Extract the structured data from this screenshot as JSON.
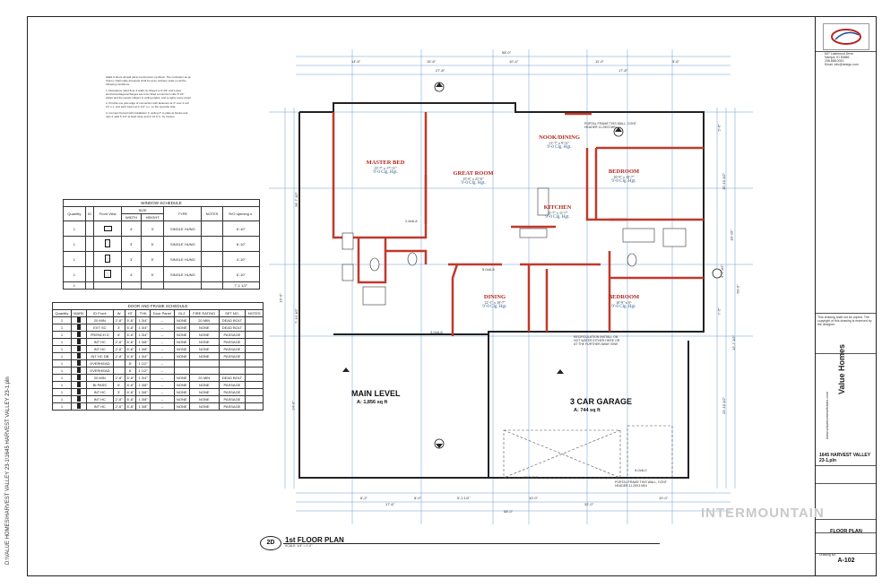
{
  "sheet": {
    "side_caption": "D:\\VALUE HOMES\\HARVEST VALLEY 23-1\\1645 HARVEST VALLEY 23-1.pln",
    "plan_title": "1st FLOOR PLAN",
    "plan_scale": "SCALE: 1/4\" = 1'-0\"",
    "plan_tag": "2D",
    "watermark": "INTERMOUNTAIN"
  },
  "notes": [
    "Walls & floors all wall panel construction synthetic. The contractor as an Owner, shall make all panels shall be at an ordinary scale on all the following conditions.",
    "1. Resistance rated floor & walls (1) Sleeps to 6-3/4\" and Lower. Horizontal diagonal flanges are to be fitted at minimum side 5 1/2\" plates and the panels subject to ceiling plates, and to apply every panel.",
    "2. Provide one joist edge of connection with fasteners at 4\" over 2 coll, 12\" o.c. and each beam at 4' 1/2\" o.c. on the opposite side.",
    "3. Connect framed with installation 3, ceiling 4\" to plate at blocks and tops 2 nails 5 1/4\" at least strap and of 12 O.C. by trusses."
  ],
  "window_schedule": {
    "title": "WINDOW SCHEDULE",
    "headers": [
      "Quantity",
      "ID",
      "Front View",
      "SIZE",
      "TYPE",
      "NOTES",
      "R/O opening n."
    ],
    "subheaders": [
      "WIDTH",
      "HEIGHT"
    ],
    "rows": [
      {
        "qty": "1",
        "w": "4'",
        "h": "3'",
        "type": "SINGLE HUNG",
        "note": "",
        "ro": "6'-10\""
      },
      {
        "qty": "1",
        "w": "3'",
        "h": "5'",
        "type": "SINGLE HUNG",
        "note": "",
        "ro": "6'-10\""
      },
      {
        "qty": "1",
        "w": "3'",
        "h": "5'",
        "type": "SINGLE HUNG",
        "note": "",
        "ro": "4'-10\""
      },
      {
        "qty": "1",
        "w": "4'",
        "h": "5'",
        "type": "SINGLE HUNG",
        "note": "",
        "ro": "6'-10\""
      },
      {
        "qty": "1",
        "w": "",
        "h": "",
        "type": "",
        "note": "",
        "ro": "7'-1 1/2\""
      }
    ]
  },
  "door_schedule": {
    "title": "DOOR AND FRAME SCHEDULE",
    "headers": [
      "Quantity",
      "MARK",
      "ID Front",
      "W",
      "HT",
      "THK",
      "Door Panel",
      "GLZ",
      "FIRE RATING",
      "SET NO.",
      "NOTES"
    ],
    "rows": [
      [
        "1",
        "",
        "20 MIN",
        "2'-8\"",
        "6'-8\"",
        "1 3/4\"",
        "--",
        "NONE",
        "20 MIN",
        "DEAD BOLT",
        ""
      ],
      [
        "1",
        "",
        "EXT SC",
        "3'",
        "6'-8\"",
        "1 3/4\"",
        "--",
        "NONE",
        "NONE",
        "DEAD BOLT",
        ""
      ],
      [
        "1",
        "",
        "FRENCH D",
        "6'",
        "6'-8\"",
        "1 3/4\"",
        "--",
        "NONE",
        "NONE",
        "PASSAGE",
        ""
      ],
      [
        "1",
        "",
        "INT HC",
        "2'-6\"",
        "6'-8\"",
        "1 3/8\"",
        "--",
        "NONE",
        "NONE",
        "PASSAGE",
        ""
      ],
      [
        "1",
        "",
        "INT HC",
        "2'-8\"",
        "6'-8\"",
        "1 3/8\"",
        "--",
        "NONE",
        "NONE",
        "PASSAGE",
        ""
      ],
      [
        "1",
        "",
        "INT HC DB",
        "2'-8\"",
        "6'-8\"",
        "1 3/4\"",
        "--",
        "NONE",
        "NONE",
        "PASSAGE",
        ""
      ],
      [
        "1",
        "",
        "OVERHEAD",
        "",
        "8'",
        "1 1/2\"",
        "--",
        "",
        "",
        "",
        ""
      ],
      [
        "1",
        "",
        "OVERHEAD",
        "",
        "8'",
        "1 1/2\"",
        "--",
        "",
        "",
        "",
        ""
      ],
      [
        "1",
        "",
        "20 MIN",
        "2'-8\"",
        "6'-8\"",
        "1 3/4\"",
        "--",
        "NONE",
        "20 MIN",
        "DEAD BOLT",
        ""
      ],
      [
        "1",
        "",
        "BI PASS",
        "6'",
        "6'-8\"",
        "1 3/8\"",
        "--",
        "NONE",
        "NONE",
        "PASSAGE",
        ""
      ],
      [
        "1",
        "",
        "INT HC",
        "3'",
        "6'-8\"",
        "1 3/8\"",
        "--",
        "NONE",
        "NONE",
        "PASSAGE",
        ""
      ],
      [
        "1",
        "",
        "INT HC",
        "2'-8\"",
        "6'-8\"",
        "1 3/8\"",
        "--",
        "NONE",
        "NONE",
        "PASSAGE",
        ""
      ],
      [
        "1",
        "",
        "INT HC",
        "2'-6\"",
        "6'-8\"",
        "1 3/8\"",
        "--",
        "NONE",
        "NONE",
        "PASSAGE",
        ""
      ]
    ]
  },
  "rooms": [
    {
      "id": "master",
      "name": "MASTER BED",
      "dim": "13'-7\" x 17'-11\"",
      "clg": "9'-0 Clg. Hgt."
    },
    {
      "id": "great",
      "name": "GREAT ROOM",
      "dim": "15'-6\" x 21'-6\"",
      "clg": "9'-0 Clg. Hgt."
    },
    {
      "id": "nook",
      "name": "NOOK/DINING",
      "dim": "11'-7\" x 9'-11\"",
      "clg": "9'-0 Clg. Hgt."
    },
    {
      "id": "kitchen",
      "name": "KITCHEN",
      "dim": "11'-7\" x 11'-7\"",
      "clg": "9'-0 Clg. Hgt."
    },
    {
      "id": "bed1",
      "name": "BEDROOM",
      "dim": "10'-9\" x 10'-7\"",
      "clg": "9'-0 Clg. Hgt."
    },
    {
      "id": "dining",
      "name": "DINING",
      "dim": "12'-1\" x 10'-7\"",
      "clg": "9'-0 Clg. Hgt."
    },
    {
      "id": "bed2",
      "name": "BEDROOM",
      "dim": "10'-9\" x 9'-",
      "clg": "9'-0 Clg. Hgt."
    }
  ],
  "areas": {
    "main_level": "MAIN LEVEL",
    "main_area": "A: 1,856 sq ft",
    "garage": "3 CAR GARAGE",
    "garage_area": "A: 744 sq ft"
  },
  "dims_top": [
    "14'-6\"",
    "15'-6\"",
    "10'-4\"",
    "11'-0\"",
    "5'-6\"",
    "58'-0\"",
    "27'-8\"",
    "17'-8\""
  ],
  "dims_bottom": [
    "6'-2\"",
    "17'-6\"",
    "8'-0\"",
    "5'-2 1/2\"",
    "10'-0\"",
    "32'-0\"",
    "58'-0\"",
    "10'-0\""
  ],
  "dims_left": [
    "28'-7 1/2\"",
    "16'-0\"",
    "7'-10 1/2\"",
    "24'-0\""
  ],
  "dims_right": [
    "5'-6\"",
    "10'-10 1/2\"",
    "18'-10\"",
    "5'-6 1/2\"",
    "7'-5\"",
    "12'-7 1/2\"",
    "22'-10 1/2\"",
    "60'-0\""
  ],
  "notes_plan": [
    {
      "id": "header1",
      "text": "PORTAL FRAME THIS WALL, CONT. HEADER 11.25X3 MIN"
    },
    {
      "id": "header2",
      "text": "PORTAL FRAME THIS WALL, CONT. HEADER 11.25X3 MIN"
    },
    {
      "id": "recirc",
      "text": "RECIRCULATION INSTALL ON HOT WATER EITHER HERE OR AT THE FURTHER AWAY SINK"
    },
    {
      "id": "door5",
      "text": "5-0x6-8"
    },
    {
      "id": "door2",
      "text": "2-6x6-8"
    },
    {
      "id": "door3",
      "text": "3-0x6-8"
    },
    {
      "id": "door16",
      "text": "16-0x8-0"
    },
    {
      "id": "door9",
      "text": "9-0x8-0"
    }
  ],
  "titleblock": {
    "company_addr": "607 Lakewood Drive\nNampa, ID 83686\n208.888.0020\nEmail: info@design.com",
    "company_note": "This drawing shall not be copied. The copyright of this drawing is reserved by the designer.",
    "builder_brand": "Value Homes",
    "builder_web": "www.valuehomesofidaho.com",
    "project": "1645 HARVEST VALLEY 23-1.pln",
    "sheet_name": "FLOOR PLAN",
    "sheet_number": "A-102",
    "drawing_label": "Drawing No"
  }
}
